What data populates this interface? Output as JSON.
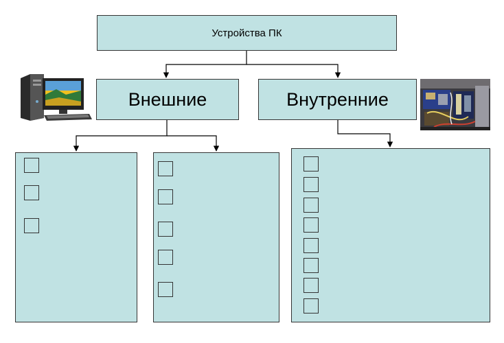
{
  "diagram": {
    "root_label": "Устройства ПК",
    "external_label": "Внешние",
    "internal_label": "Внутренние",
    "external_icon": "desktop-computer-icon",
    "internal_icon": "computer-internals-photo"
  },
  "panels": [
    {
      "name": "external-panel-1",
      "checkbox_count": 3
    },
    {
      "name": "external-panel-2",
      "checkbox_count": 5
    },
    {
      "name": "internal-panel",
      "checkbox_count": 8
    }
  ],
  "colors": {
    "box_fill": "#c0e2e3",
    "line": "#000000"
  }
}
